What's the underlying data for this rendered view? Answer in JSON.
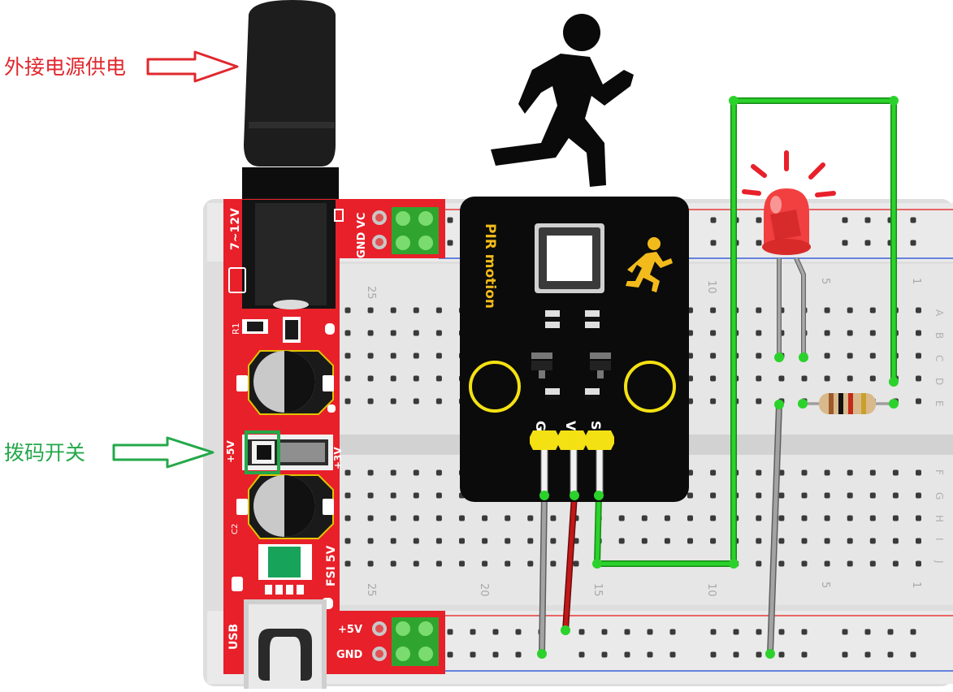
{
  "callouts": {
    "power_jack": "外接电源供电",
    "dip_switch": "拨码开关"
  },
  "power_module": {
    "input_range": "7~12V",
    "gnd_vc": "GND VC",
    "r1": "R1",
    "c2": "C2",
    "plus5v": "+5V",
    "plus3v": "+3V",
    "fsi_5v": "FSI 5V",
    "usb": "USB",
    "out_5v": "+5V",
    "out_gnd": "GND"
  },
  "sensor": {
    "name": "PIR motion",
    "pin_g": "G",
    "pin_v": "V",
    "pin_s": "S"
  },
  "breadboard": {
    "col_labels_top": [
      "25",
      "10",
      "5",
      "1"
    ],
    "col_labels_bottom": [
      "25",
      "20",
      "15",
      "10",
      "5",
      "1"
    ],
    "rows_top": [
      "A",
      "B",
      "C",
      "D",
      "E"
    ],
    "rows_bottom": [
      "F",
      "G",
      "H",
      "I",
      "J"
    ]
  },
  "colors": {
    "module_red": "#e8202a",
    "wire_green": "#27c227",
    "wire_red": "#b31313",
    "wire_grey": "#8a8a8a",
    "callout_red": "#e0282e",
    "callout_green": "#24a84a",
    "led_red": "#f03838",
    "board_grey": "#dedede"
  }
}
